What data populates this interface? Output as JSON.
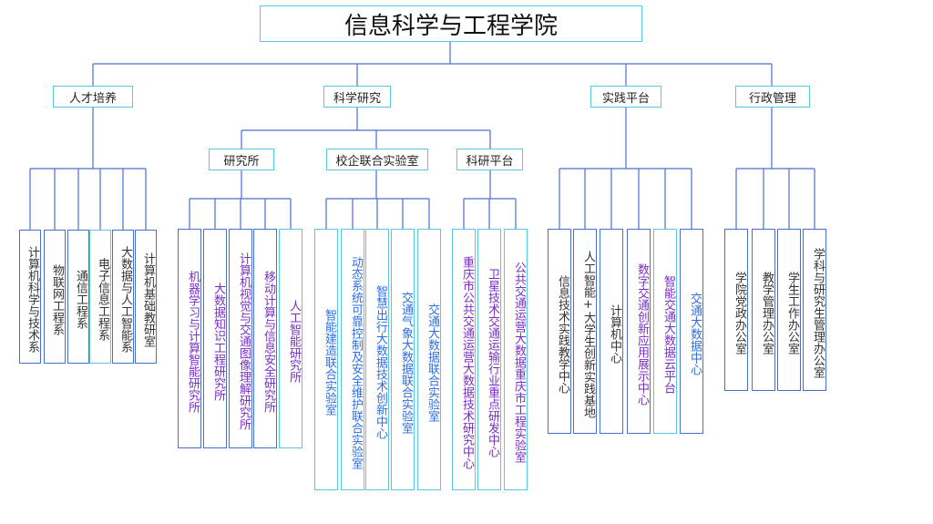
{
  "title": "信息科学与工程学院",
  "categories": {
    "talent": "人才培养",
    "research": "科学研究",
    "practice": "实践平台",
    "admin": "行政管理"
  },
  "research_sub": {
    "institutes": "研究所",
    "joint_labs": "校企联合实验室",
    "platforms": "科研平台"
  },
  "talent_depts": [
    "计算机科学与技术系",
    "物联网工程系",
    "通信工程系",
    "电子信息工程系",
    "大数据与人工智能系",
    "计算机基础教研室"
  ],
  "institutes": [
    "机器学习与计算智能研究所",
    "大数据知识工程研究所",
    "计算机视觉与交通图像理解研究所",
    "移动计算与信息安全研究所",
    "人工智能研究所"
  ],
  "joint_labs": [
    "智能建造联合实验室",
    "动态系统可靠控制及安全维护联合实验室",
    "智慧出行大数据技术创新中心",
    "交通气象大数据联合实验室",
    "交通大数据联合实验室"
  ],
  "platforms": [
    "重庆市公共交通运营大数据技术研究中心",
    "卫星技术交通运输行业重点研发中心",
    "公共交通运营大数据重庆市工程实验室"
  ],
  "practice_items": [
    "信息技术实践教学中心",
    "人工智能+大学生创新实践基地",
    "计算机中心",
    "数字交通创新应用展示中心",
    "智能交通大数据云平台",
    "交通大数据中心"
  ],
  "admin_items": [
    "学院党政办公室",
    "教学管理办公室",
    "学生工作办公室",
    "学科与研究生管理办公室"
  ],
  "colors": {
    "line": "#4a6fd0",
    "accent": "#56c9df",
    "purple": "#7a2fc4",
    "blue": "#2e6ee0"
  }
}
